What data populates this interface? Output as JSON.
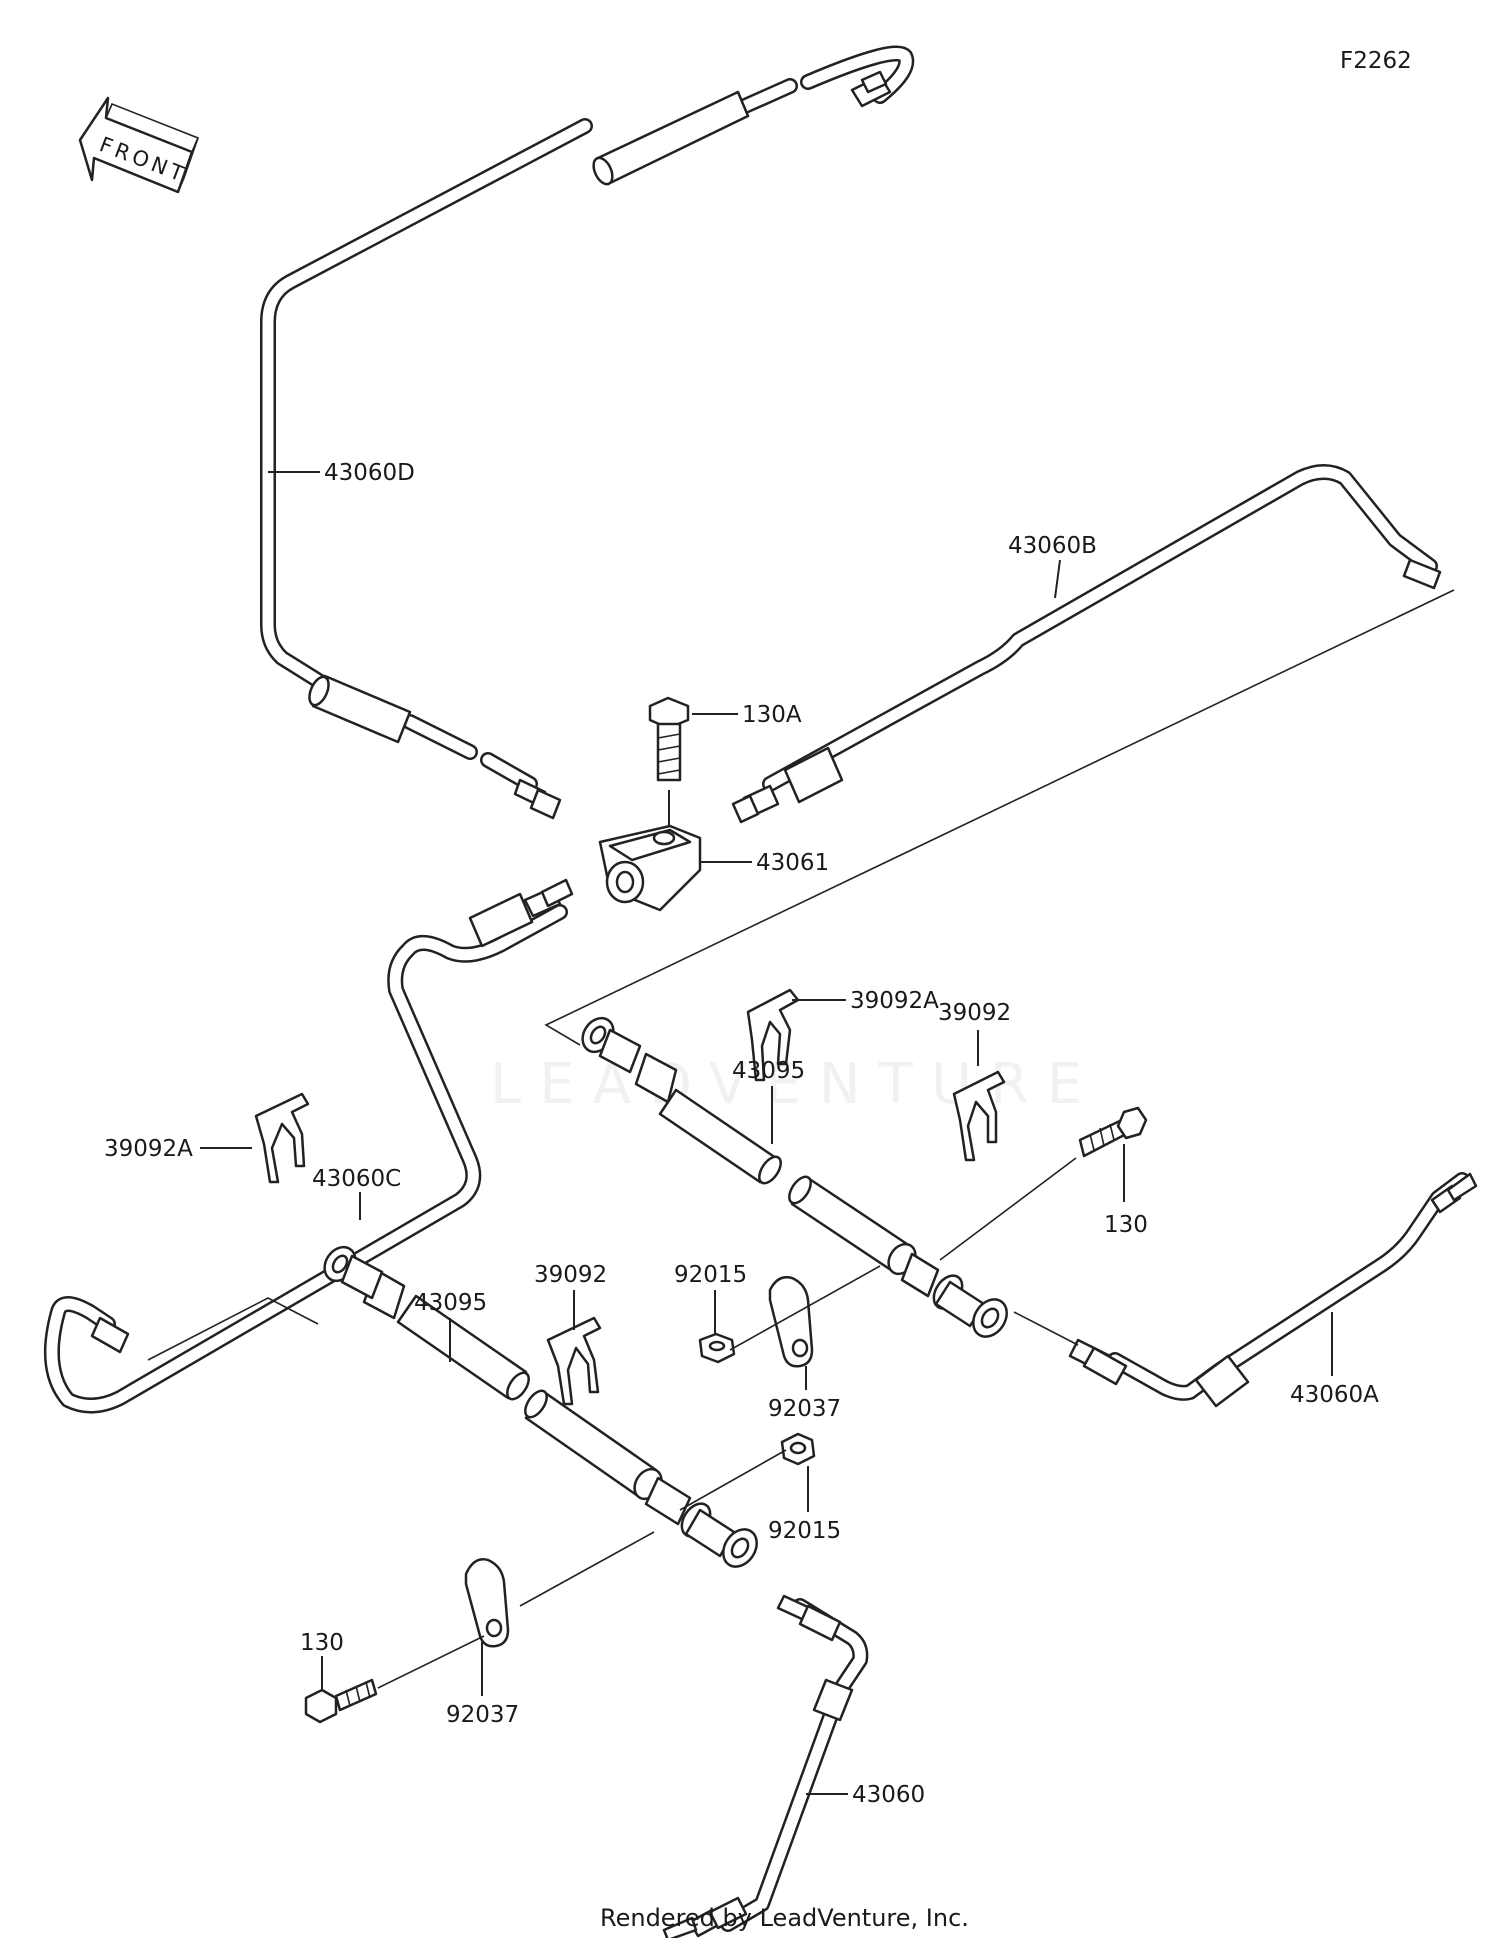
{
  "diagram_code": "F2262",
  "front_label": "FRONT",
  "footer": "Rendered by LeadVenture, Inc.",
  "watermark": "LEADVENTURE",
  "parts": {
    "p43060D": "43060D",
    "p43060B": "43060B",
    "p130A": "130A",
    "p43061": "43061",
    "p39092A_top": "39092A",
    "p39092_top": "39092",
    "p43095_top": "43095",
    "p39092A_left": "39092A",
    "p43060C": "43060C",
    "p130_right": "130",
    "p92015_mid": "92015",
    "p39092_mid": "39092",
    "p43095_bottom": "43095",
    "p92037_mid": "92037",
    "p43060A": "43060A",
    "p92015_bottom": "92015",
    "p130_bottom": "130",
    "p92037_bottom": "92037",
    "p43060": "43060"
  }
}
